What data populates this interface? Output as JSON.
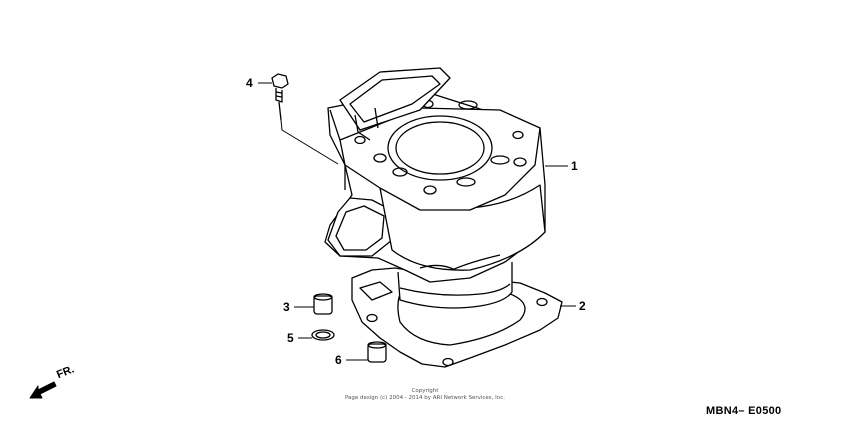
{
  "diagram": {
    "callouts": [
      {
        "id": "1",
        "label": "1"
      },
      {
        "id": "2",
        "label": "2"
      },
      {
        "id": "3",
        "label": "3"
      },
      {
        "id": "4",
        "label": "4"
      },
      {
        "id": "5",
        "label": "5"
      },
      {
        "id": "6",
        "label": "6"
      }
    ],
    "direction_label": "FR.",
    "copyright_line1": "Copyright",
    "copyright_line2": "Page design (c) 2004 - 2014 by ARI Network Services, Inc.",
    "part_code": "MBN4– E0500"
  },
  "colors": {
    "ink": "#000000",
    "background": "#ffffff"
  }
}
